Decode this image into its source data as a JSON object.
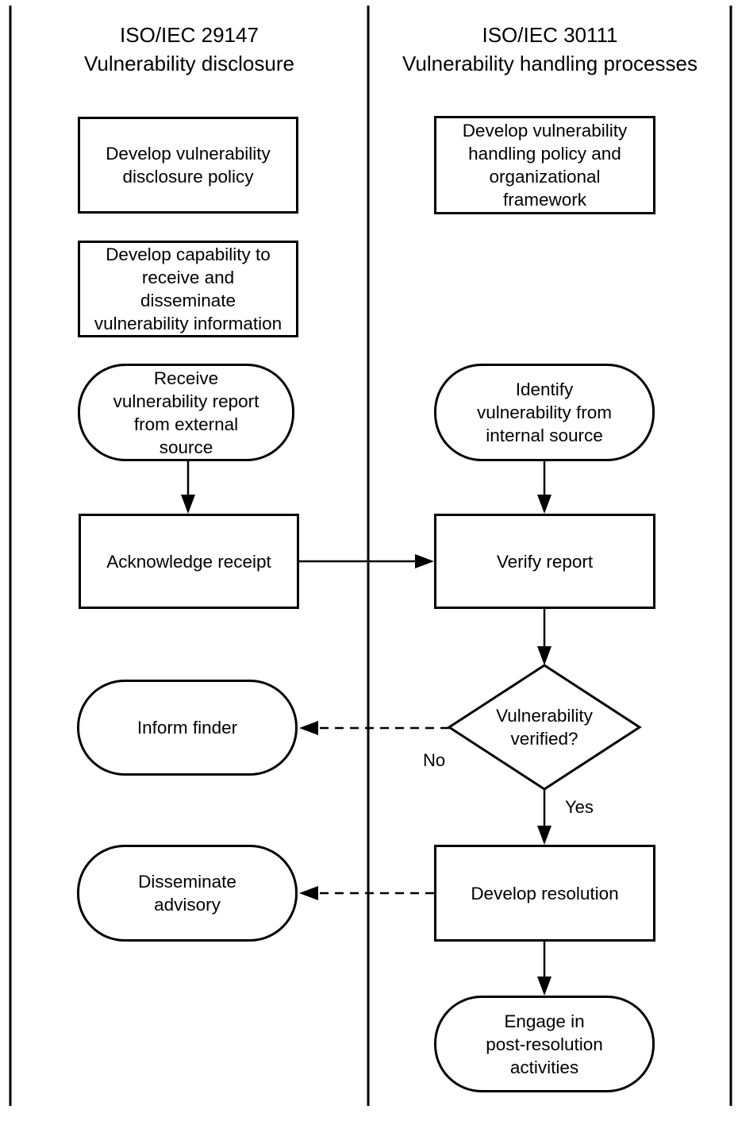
{
  "diagram": {
    "background": "#ffffff",
    "stroke_color": "#000000",
    "columns": [
      {
        "title": "ISO/IEC 29147\nVulnerability disclosure"
      },
      {
        "title": "ISO/IEC 30111\nVulnerability handling processes"
      }
    ],
    "nodes": {
      "develop_disclosure_policy": {
        "type": "process",
        "label": "Develop vulnerability\ndisclosure policy"
      },
      "develop_capability": {
        "type": "process",
        "label": "Develop capability to\nreceive and\ndisseminate\nvulnerability information"
      },
      "receive_report": {
        "type": "terminator",
        "label": "Receive\nvulnerability report\nfrom external\nsource"
      },
      "acknowledge_receipt": {
        "type": "process",
        "label": "Acknowledge receipt"
      },
      "inform_finder": {
        "type": "terminator",
        "label": "Inform finder"
      },
      "disseminate_advisory": {
        "type": "terminator",
        "label": "Disseminate\nadvisory"
      },
      "develop_handling_policy": {
        "type": "process",
        "label": "Develop vulnerability\nhandling policy and\norganizational\nframework"
      },
      "identify_vulnerability": {
        "type": "terminator",
        "label": "Identify\nvulnerability from\ninternal source"
      },
      "verify_report": {
        "type": "process",
        "label": "Verify report"
      },
      "vulnerability_verified": {
        "type": "decision",
        "label": "Vulnerability\nverified?"
      },
      "develop_resolution": {
        "type": "process",
        "label": "Develop resolution"
      },
      "engage_post_resolution": {
        "type": "terminator",
        "label": "Engage in\npost-resolution\nactivities"
      }
    },
    "edge_labels": {
      "no": "No",
      "yes": "Yes"
    }
  }
}
